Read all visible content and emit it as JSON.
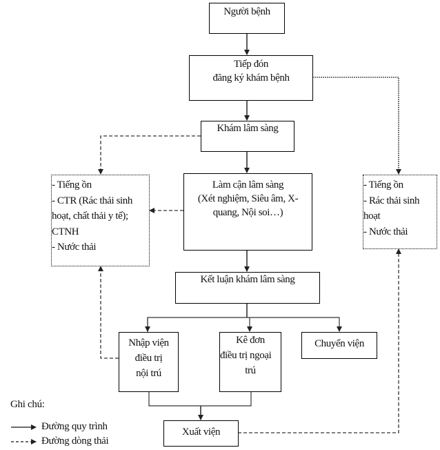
{
  "diagram": {
    "nodes": {
      "patient": {
        "lines": [
          "Người bệnh"
        ]
      },
      "reception": {
        "lines": [
          "Tiếp đón",
          "đăng ký khám bệnh"
        ]
      },
      "clinical_exam": {
        "lines": [
          "Khám lâm sàng"
        ]
      },
      "paraclinical": {
        "lines": [
          "Làm cận lâm sàng",
          "(Xét nghiệm, Siêu âm, X-",
          "quang, Nội soi…)"
        ]
      },
      "conclusion": {
        "lines": [
          "Kết luận khám lâm sàng"
        ]
      },
      "inpatient": {
        "lines": [
          "Nhập viện",
          "điều trị",
          "nội trú"
        ]
      },
      "outpatient": {
        "lines": [
          "Kê đơn",
          "điều trị ngoại",
          "trú"
        ]
      },
      "transfer": {
        "lines": [
          "Chuyển viện"
        ]
      },
      "discharge": {
        "lines": [
          "Xuất viện"
        ]
      },
      "waste_left": {
        "lines": [
          "- Tiếng ồn",
          "- CTR (Rác thải sinh",
          "hoạt, chất thải y tế);",
          "CTNH",
          "- Nước thải"
        ]
      },
      "waste_right": {
        "lines": [
          "- Tiếng ồn",
          "- Rác thải sinh",
          "hoạt",
          "- Nước thải"
        ]
      }
    },
    "edges": [
      {
        "from": "patient",
        "to": "reception",
        "type": "process"
      },
      {
        "from": "reception",
        "to": "clinical_exam",
        "type": "process"
      },
      {
        "from": "clinical_exam",
        "to": "paraclinical",
        "type": "process"
      },
      {
        "from": "paraclinical",
        "to": "conclusion",
        "type": "process"
      },
      {
        "from": "conclusion",
        "to": "inpatient",
        "type": "process"
      },
      {
        "from": "conclusion",
        "to": "outpatient",
        "type": "process"
      },
      {
        "from": "conclusion",
        "to": "transfer",
        "type": "process"
      },
      {
        "from": "inpatient",
        "to": "discharge",
        "type": "process"
      },
      {
        "from": "outpatient",
        "to": "discharge",
        "type": "process"
      },
      {
        "from": "reception",
        "to": "waste_right",
        "type": "waste"
      },
      {
        "from": "clinical_exam",
        "to": "waste_left",
        "type": "waste"
      },
      {
        "from": "paraclinical",
        "to": "waste_left",
        "type": "waste"
      },
      {
        "from": "inpatient",
        "to": "waste_left",
        "type": "waste"
      },
      {
        "from": "discharge",
        "to": "waste_right",
        "type": "waste"
      }
    ]
  },
  "legend": {
    "title": "Ghi chú:",
    "items": [
      {
        "style": "solid",
        "label": "Đường quy trình"
      },
      {
        "style": "dashed",
        "label": "Đường  dòng thải"
      }
    ]
  }
}
